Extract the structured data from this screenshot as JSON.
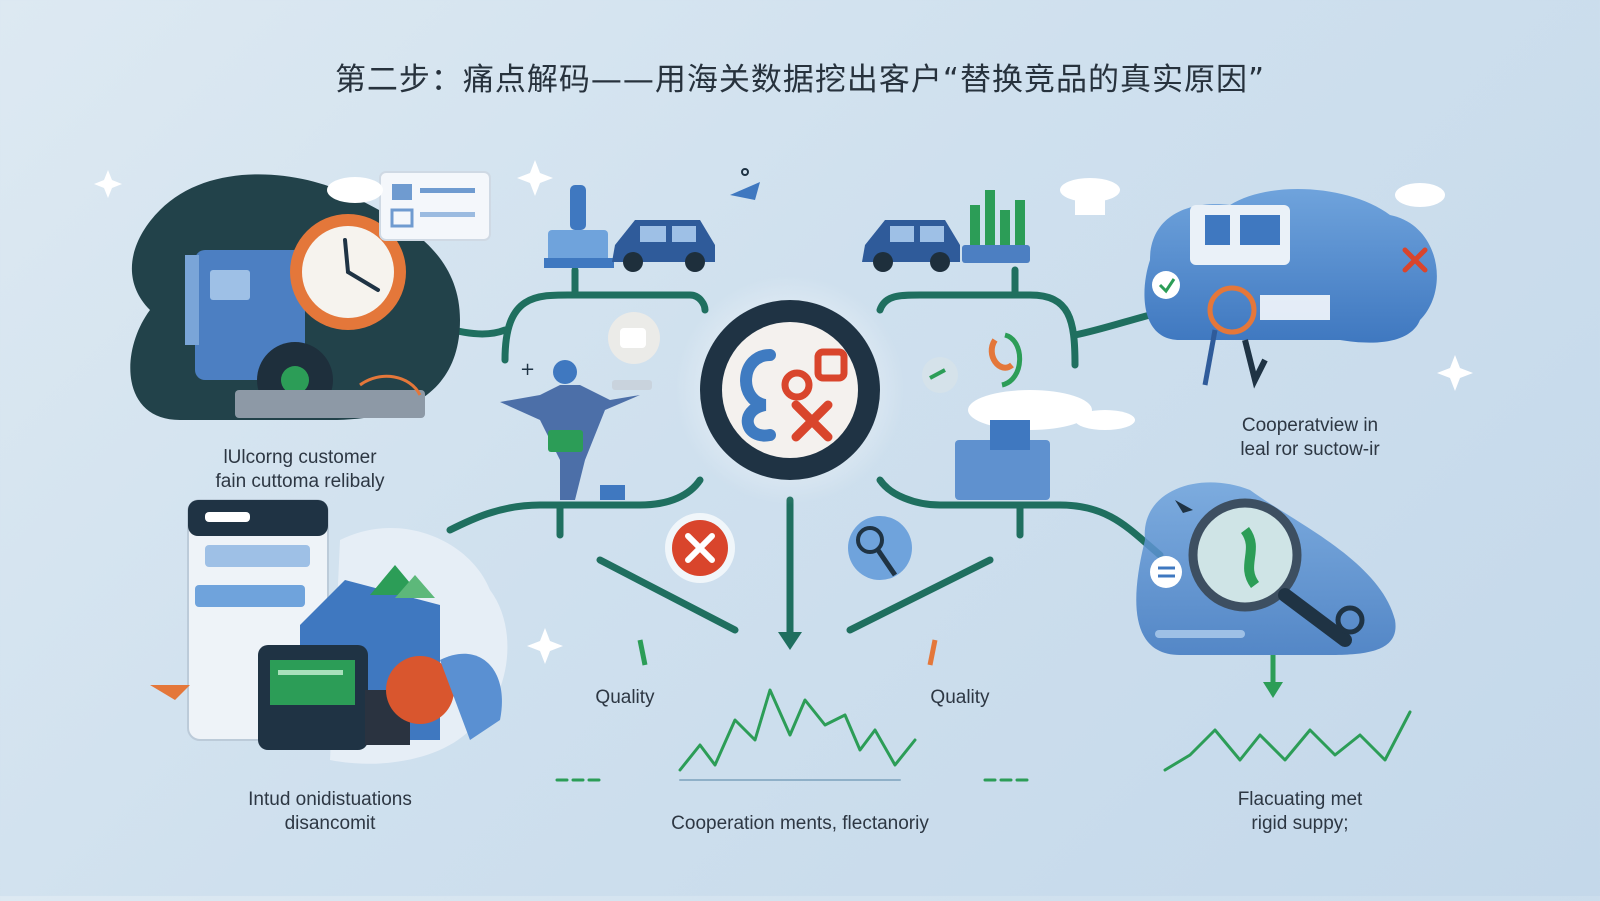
{
  "title": "第二步：痛点解码——用海关数据挖出客户“替换竞品的真实原因”",
  "labels": {
    "top_left": [
      "lUlcorng customer",
      "fain cuttoma relibaly"
    ],
    "top_right": [
      "Cooperatview in",
      "leal ror suctow-ir"
    ],
    "quality_left": "Quality",
    "quality_right": "Quality",
    "bottom_left": [
      "Intud onidistuations",
      "disancomit"
    ],
    "bottom_center": "Cooperation ments, flectanoriy",
    "bottom_right": [
      "Flacuating met",
      "rigid suppy;"
    ]
  },
  "colors": {
    "connector": "#1f6f5f",
    "hub_ring": "#1f3344",
    "accent_orange": "#e4773a",
    "accent_red": "#d9452c",
    "accent_blue": "#3f7bc1",
    "accent_green": "#2c9d57"
  },
  "icons": [
    "truck-icon",
    "clock-icon",
    "document-icon",
    "rocket-icon",
    "car-icon",
    "bar-chart-icon",
    "magnifier-icon",
    "robot-person-icon",
    "reject-x-icon",
    "globe-search-icon",
    "cloud-icon",
    "sparkle-icon",
    "trend-line-icon"
  ]
}
